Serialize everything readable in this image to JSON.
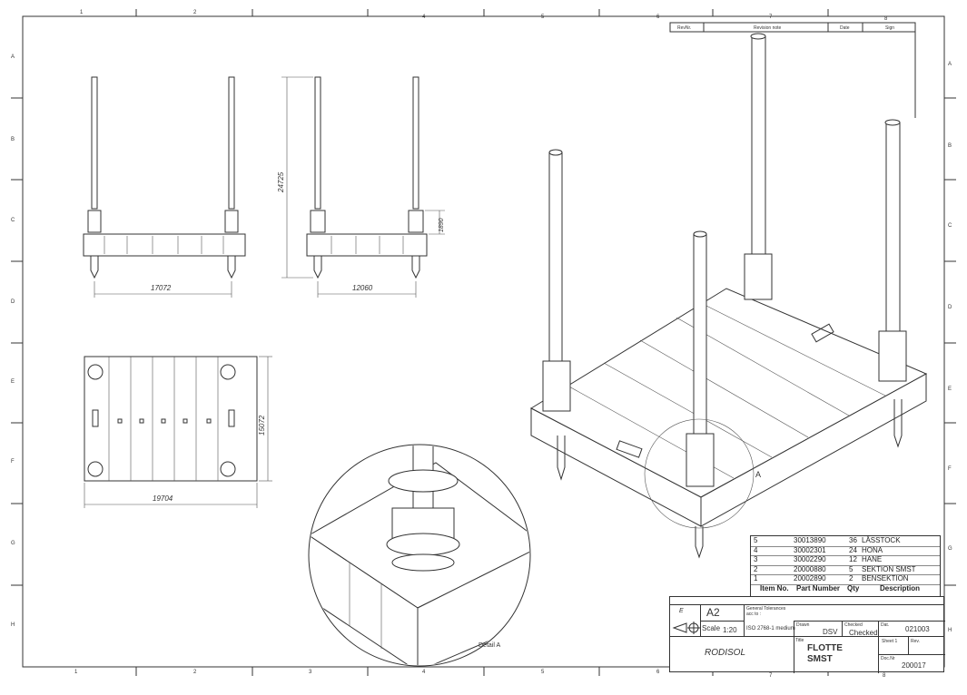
{
  "frame": {
    "columns": [
      "1",
      "2",
      "3",
      "4",
      "5",
      "6",
      "7",
      "8"
    ],
    "rows": [
      "A",
      "B",
      "C",
      "D",
      "E",
      "F",
      "G",
      "H"
    ]
  },
  "revision_header": {
    "rev_nr": "RevNr.",
    "revision_note": "Revision note",
    "date": "Date",
    "sign": "Sign"
  },
  "dimensions": {
    "front_width": "17072",
    "overall_height": "24725",
    "leg_height": "1890",
    "side_width": "12060",
    "plan_depth": "15072",
    "plan_width": "19704"
  },
  "labels": {
    "detail": "Detail A",
    "detail_marker": "A"
  },
  "parts_list": {
    "headers": {
      "item": "Item No.",
      "part": "Part Number",
      "qty": "Qty",
      "desc": "Description"
    },
    "rows": [
      {
        "item": "5",
        "part": "30013890",
        "qty": "36",
        "desc": "LÅSSTOCK"
      },
      {
        "item": "4",
        "part": "30002301",
        "qty": "24",
        "desc": "HONA"
      },
      {
        "item": "3",
        "part": "30002290",
        "qty": "12",
        "desc": "HANE"
      },
      {
        "item": "2",
        "part": "20000880",
        "qty": "5",
        "desc": "SEKTION SMST"
      },
      {
        "item": "1",
        "part": "20002890",
        "qty": "2",
        "desc": "BENSEKTION"
      }
    ]
  },
  "title_block": {
    "projection": "E",
    "size": "A2",
    "tolerance_label": "General Tolerances acc to :",
    "tolerance_value": "ISO 2768-1 medium",
    "scale_label": "Scale",
    "scale_value": "1:20",
    "drawn_label": "Drawn",
    "drawn_value": "DSV",
    "checked_label": "Checked",
    "checked_value": "Checked",
    "date_label": "Dat.",
    "date_value": "021003",
    "company": "RODISOL",
    "title_label": "Title",
    "title_line1": "FLOTTE",
    "title_line2": "SMST",
    "sheet_label": "Sheet 1",
    "rev_label": "Rev.",
    "doc_label": "Doc.Nr",
    "doc_value": "200017"
  }
}
